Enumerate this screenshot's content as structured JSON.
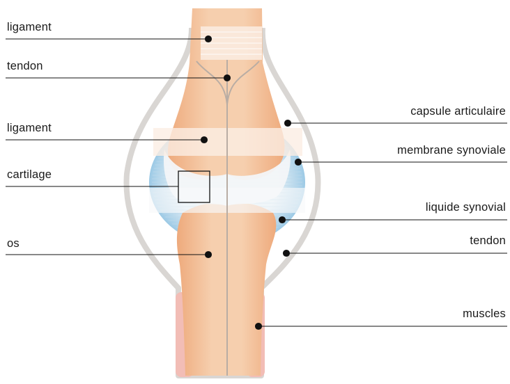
{
  "labels": {
    "left": [
      {
        "key": "ligament_top",
        "text": "ligament"
      },
      {
        "key": "tendon_top",
        "text": "tendon"
      },
      {
        "key": "ligament_mid",
        "text": "ligament"
      },
      {
        "key": "cartilage",
        "text": "cartilage"
      },
      {
        "key": "os",
        "text": "os"
      }
    ],
    "right": [
      {
        "key": "capsule",
        "text": "capsule articulaire"
      },
      {
        "key": "membrane",
        "text": "membrane synoviale"
      },
      {
        "key": "liquide",
        "text": "liquide synovial"
      },
      {
        "key": "tendon_bottom",
        "text": "tendon"
      },
      {
        "key": "muscles",
        "text": "muscles"
      }
    ]
  },
  "colors": {
    "bone": "#f4c9a4",
    "bone_dark": "#e9a97a",
    "cartilage": "#f1f4f8",
    "fluid": "#4aa3d6",
    "membrane": "#d7e8f2",
    "capsule": "#d8d4d0",
    "muscle": "#f0b6b0",
    "leader": "#111111"
  }
}
